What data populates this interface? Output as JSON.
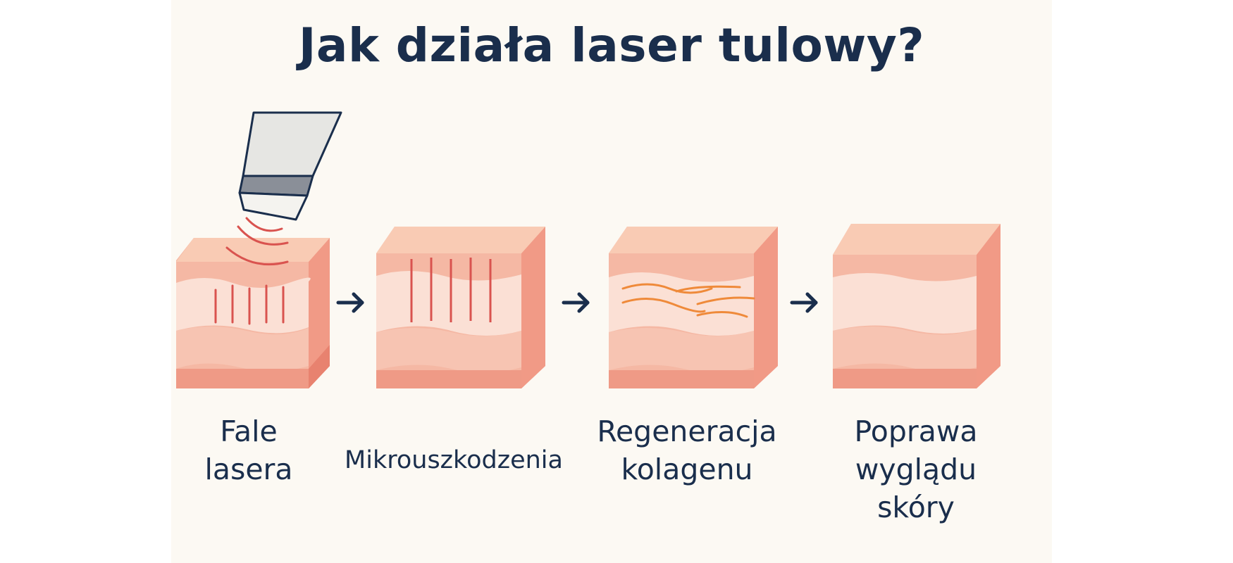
{
  "title": "Jak działa laser tulowy?",
  "steps": [
    {
      "label_lines": [
        "Fale",
        "lasera"
      ]
    },
    {
      "label_lines": [
        "Mikrouszkodzenia"
      ]
    },
    {
      "label_lines": [
        "Regeneracja",
        "kolagenu"
      ]
    },
    {
      "label_lines": [
        "Poprawa",
        "wyglądu",
        "skóry"
      ]
    }
  ],
  "colors": {
    "text": "#1a2e4c",
    "background": "#fcf9f3",
    "skin_top": "#f9cbb4",
    "skin_upper": "#f5b8a4",
    "skin_mid": "#fbe0d5",
    "skin_lower": "#f6b7a2",
    "skin_base": "#ef9a86",
    "laser_red": "#d9534f",
    "collagen_orange": "#ef8a3a",
    "arrow": "#1a2e4c"
  },
  "icons": [
    "laser-handpiece-icon",
    "arrow-right-icon"
  ]
}
